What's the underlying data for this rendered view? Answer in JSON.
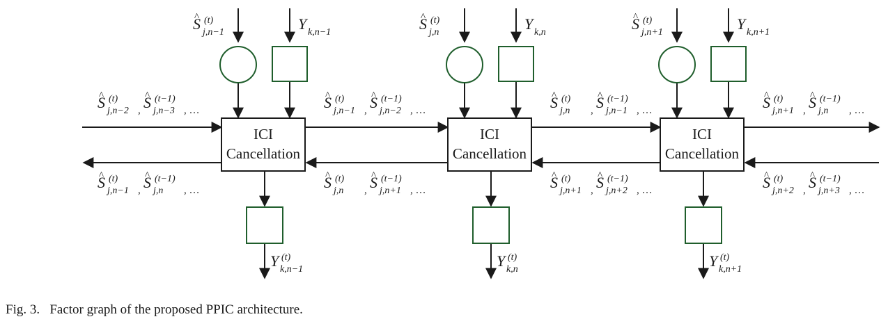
{
  "figure": {
    "caption": "Fig. 3.   Factor graph of the proposed PPIC architecture.",
    "blocks": [
      {
        "line1": "ICI",
        "line2": "Cancellation",
        "s_input": {
          "base": "S",
          "sup": "(t)",
          "sub": "j,n−1"
        },
        "y_input": {
          "base": "Y",
          "sub": "k,n−1"
        },
        "y_output": {
          "base": "Y",
          "sup": "(t)",
          "sub": "k,n−1"
        }
      },
      {
        "line1": "ICI",
        "line2": "Cancellation",
        "s_input": {
          "base": "S",
          "sup": "(t)",
          "sub": "j,n"
        },
        "y_input": {
          "base": "Y",
          "sub": "k,n"
        },
        "y_output": {
          "base": "Y",
          "sup": "(t)",
          "sub": "k,n"
        }
      },
      {
        "line1": "ICI",
        "line2": "Cancellation",
        "s_input": {
          "base": "S",
          "sup": "(t)",
          "sub": "j,n+1"
        },
        "y_input": {
          "base": "Y",
          "sub": "k,n+1"
        },
        "y_output": {
          "base": "Y",
          "sup": "(t)",
          "sub": "k,n+1"
        }
      }
    ],
    "message_labels_top": [
      {
        "terms": [
          {
            "base": "S",
            "sup": "(t)",
            "sub": "j,n−2"
          },
          {
            "base": "S",
            "sup": "(t−1)",
            "sub": "j,n−3"
          }
        ],
        "tail": ", …"
      },
      {
        "terms": [
          {
            "base": "S",
            "sup": "(t)",
            "sub": "j,n−1"
          },
          {
            "base": "S",
            "sup": "(t−1)",
            "sub": "j,n−2"
          }
        ],
        "tail": ", …"
      },
      {
        "terms": [
          {
            "base": "S",
            "sup": "(t)",
            "sub": "j,n"
          },
          {
            "base": "S",
            "sup": "(t−1)",
            "sub": "j,n−1"
          }
        ],
        "tail": ", …"
      },
      {
        "terms": [
          {
            "base": "S",
            "sup": "(t)",
            "sub": "j,n+1"
          },
          {
            "base": "S",
            "sup": "(t−1)",
            "sub": "j,n"
          }
        ],
        "tail": ", …"
      }
    ],
    "message_labels_bottom": [
      {
        "terms": [
          {
            "base": "S",
            "sup": "(t)",
            "sub": "j,n−1"
          },
          {
            "base": "S",
            "sup": "(t−1)",
            "sub": "j,n"
          }
        ],
        "tail": ", …"
      },
      {
        "terms": [
          {
            "base": "S",
            "sup": "(t)",
            "sub": "j,n"
          },
          {
            "base": "S",
            "sup": "(t−1)",
            "sub": "j,n+1"
          }
        ],
        "tail": ", …"
      },
      {
        "terms": [
          {
            "base": "S",
            "sup": "(t)",
            "sub": "j,n+1"
          },
          {
            "base": "S",
            "sup": "(t−1)",
            "sub": "j,n+2"
          }
        ],
        "tail": ", …"
      },
      {
        "terms": [
          {
            "base": "S",
            "sup": "(t)",
            "sub": "j,n+2"
          },
          {
            "base": "S",
            "sup": "(t−1)",
            "sub": "j,n+3"
          }
        ],
        "tail": ", …"
      }
    ],
    "colors": {
      "stroke": "#1a1a1a",
      "factor_node_stroke": "#1f5e2c"
    }
  }
}
